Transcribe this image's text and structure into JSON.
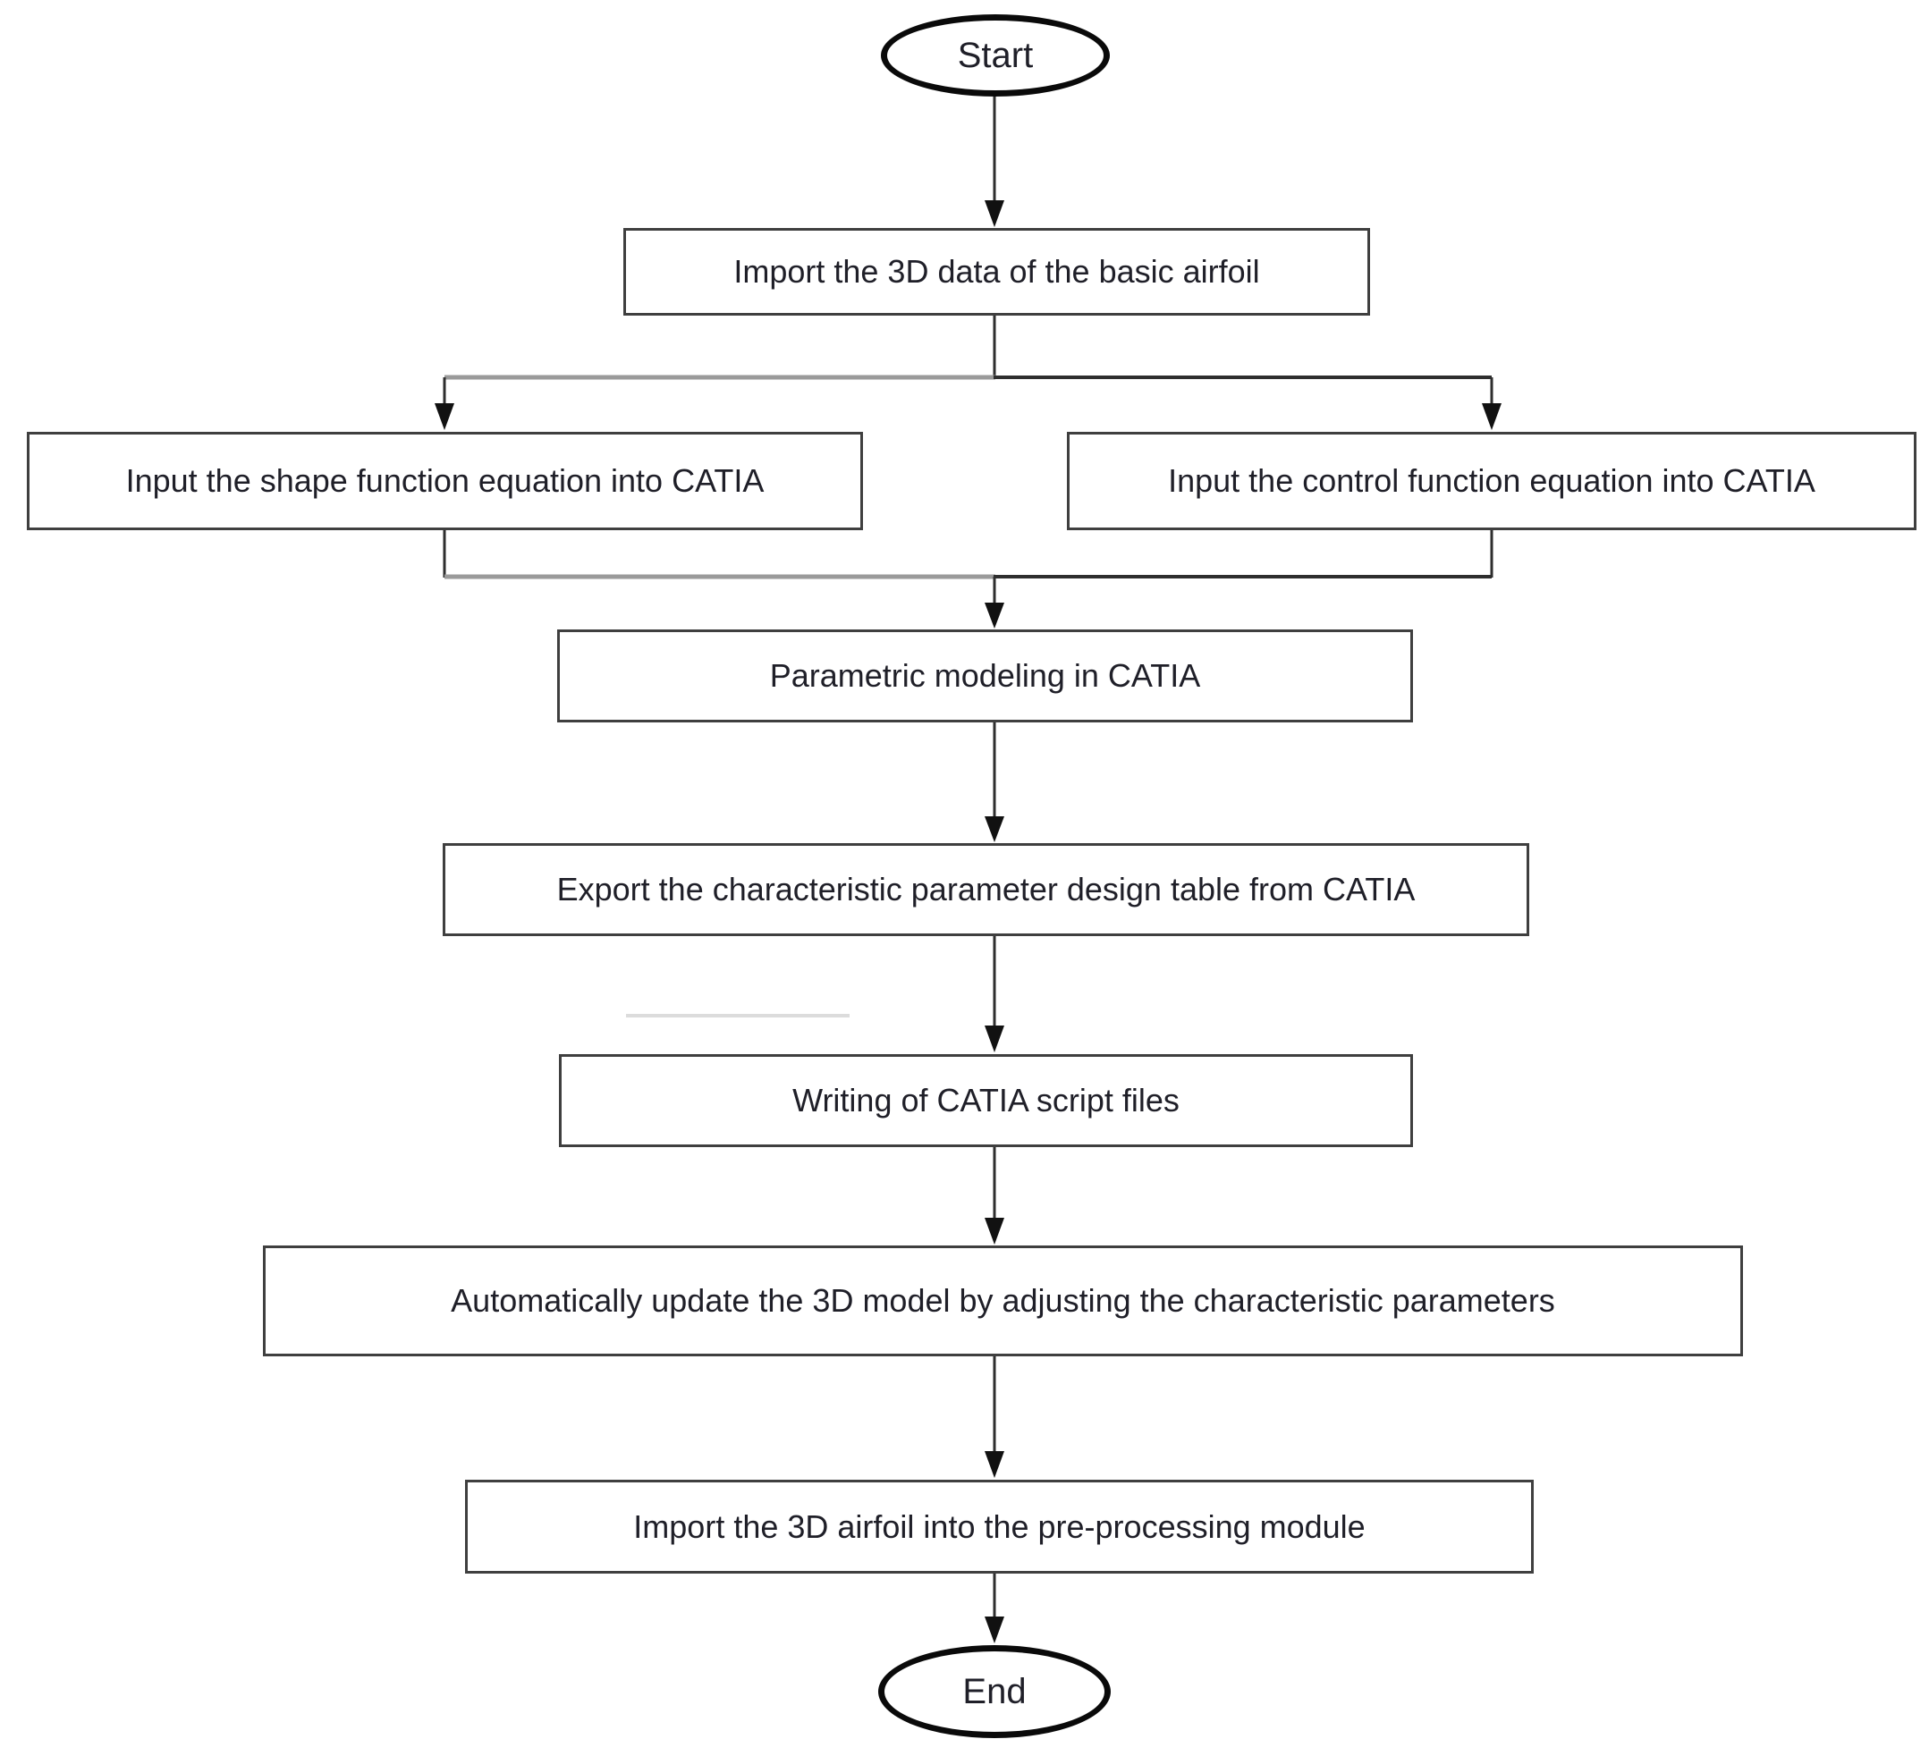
{
  "diagram": {
    "type": "flowchart",
    "nodes": [
      {
        "id": "start",
        "type": "terminator",
        "label": "Start"
      },
      {
        "id": "import-data",
        "type": "process",
        "label": "Import the 3D data of the basic airfoil"
      },
      {
        "id": "shape-fn",
        "type": "process",
        "label": "Input the shape function equation into CATIA"
      },
      {
        "id": "control-fn",
        "type": "process",
        "label": "Input the control function equation into CATIA"
      },
      {
        "id": "parametric",
        "type": "process",
        "label": "Parametric modeling in CATIA"
      },
      {
        "id": "export-table",
        "type": "process",
        "label": "Export the characteristic parameter design table from CATIA"
      },
      {
        "id": "writing-script",
        "type": "process",
        "label": "Writing of CATIA script files"
      },
      {
        "id": "auto-update",
        "type": "process",
        "label": "Automatically update the 3D model by adjusting the characteristic parameters"
      },
      {
        "id": "import-airfoil",
        "type": "process",
        "label": "Import the 3D airfoil into the pre-processing module"
      },
      {
        "id": "end",
        "type": "terminator",
        "label": "End"
      }
    ],
    "edges": [
      {
        "from": "start",
        "to": "import-data"
      },
      {
        "from": "import-data",
        "to": "shape-fn"
      },
      {
        "from": "import-data",
        "to": "control-fn"
      },
      {
        "from": "shape-fn",
        "to": "parametric"
      },
      {
        "from": "control-fn",
        "to": "parametric"
      },
      {
        "from": "parametric",
        "to": "export-table"
      },
      {
        "from": "export-table",
        "to": "writing-script"
      },
      {
        "from": "writing-script",
        "to": "auto-update"
      },
      {
        "from": "auto-update",
        "to": "import-airfoil"
      },
      {
        "from": "import-airfoil",
        "to": "end"
      }
    ],
    "colors": {
      "background": "#ffffff",
      "process_border": "#3f3f3f",
      "terminator_border": "#0a0a0a",
      "text": "#1f1f28",
      "connector_dark": "#2e2e2e",
      "connector_gray": "#9a9a9a"
    }
  }
}
